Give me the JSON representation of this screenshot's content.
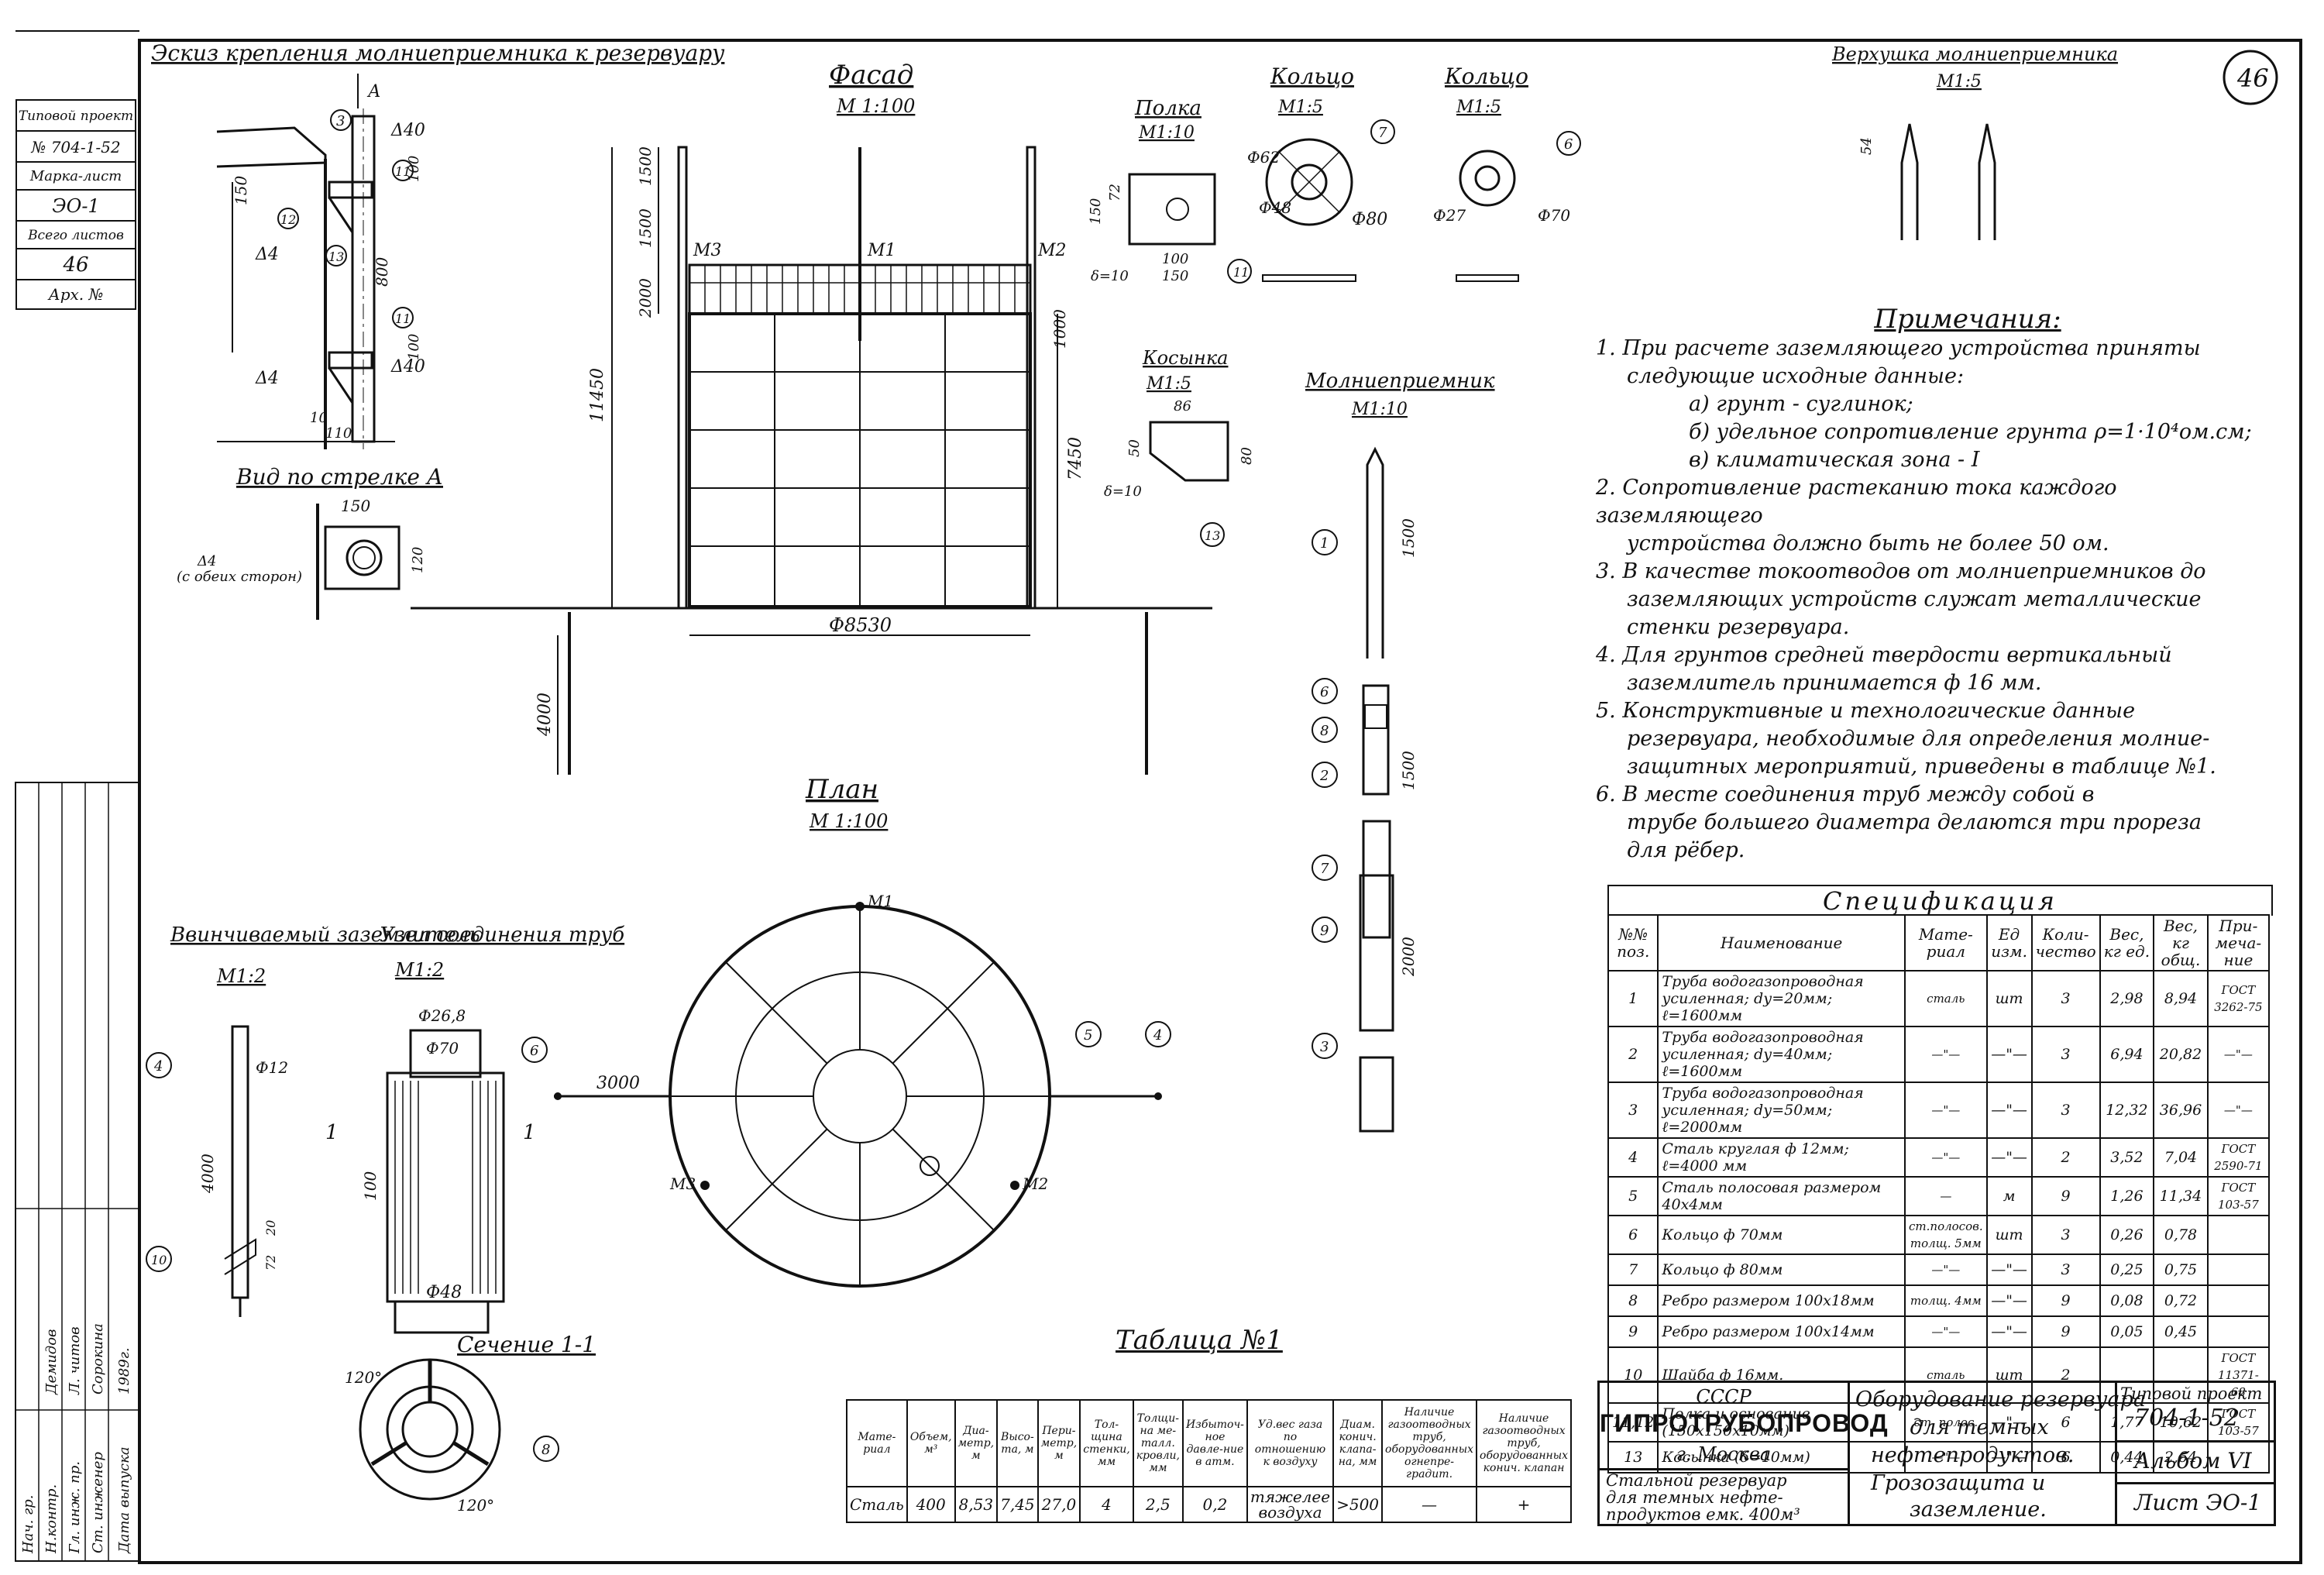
{
  "page_number": "46",
  "left_strip": {
    "type_project_label": "Типовой проект",
    "type_project_no": "№ 704-1-52",
    "mark_label": "Марка-лист",
    "mark_value": "ЭО-1",
    "total_label": "Всего листов",
    "total_value": "46",
    "arch_label": "Арх. №",
    "bottom_labels": [
      "Нач. гр.",
      "Н.контр.",
      "Гл. инж. пр.",
      "Ст. инженер",
      "Дата выпуска"
    ],
    "bottom_names": [
      "Демидов",
      "Л. читов",
      "Сорокина",
      "1989г."
    ]
  },
  "views": {
    "sketch_title": "Эскиз крепления молниеприемника к резервуару",
    "arrow_view": "Вид по стрелке А",
    "arrow_view_note": "(с обеих сторон)",
    "facade_title": "Фасад",
    "facade_scale": "М 1:100",
    "shelf_title": "Полка",
    "shelf_scale": "М1:10",
    "ring1_title": "Кольцо",
    "ring1_scale": "М1:5",
    "ring2_title": "Кольцо",
    "ring2_scale": "М1:5",
    "tip_title": "Верхушка молниеприемника",
    "tip_scale": "М1:5",
    "gusset_title": "Косынка",
    "gusset_scale": "М1:5",
    "rod_title": "Молниеприемник",
    "rod_scale": "М1:10",
    "plan_title": "План",
    "plan_scale": "М 1:100",
    "screw_title": "Ввинчиваемый заземлитель",
    "screw_scale": "М1:2",
    "joint_title": "Узел соединения труб",
    "joint_scale": "М1:2",
    "section_title": "Сечение 1-1"
  },
  "dims": {
    "d8530": "Ф8530",
    "h11450": "11450",
    "h7450": "7450",
    "h4000": "4000",
    "h1500a": "1500",
    "h1500b": "1500",
    "h2000": "2000",
    "h1000": "1000",
    "m1": "М1",
    "m2": "М2",
    "m3": "М3",
    "plan_3000": "3000",
    "d62": "Ф62",
    "d48": "Ф48",
    "d80": "Ф80",
    "d27": "Ф27",
    "d70": "Ф70",
    "shelf_150": "150",
    "shelf_72": "72",
    "shelf_100": "100",
    "shelf_150b": "150",
    "shelf_delta": "δ=10",
    "gusset_86": "86",
    "gusset_50": "50",
    "gusset_80": "80",
    "gusset_delta": "δ=10",
    "tip_54": "54",
    "rod_1500a": "1500",
    "rod_1500b": "1500",
    "rod_2000": "2000",
    "screw_d12": "Ф12",
    "screw_4000": "4000",
    "screw_72": "72",
    "screw_20": "20",
    "joint_d268": "Ф26,8",
    "joint_d70": "Ф70",
    "joint_100": "100",
    "joint_d48": "Ф48",
    "sec_120a": "120°",
    "sec_120b": "120°",
    "sketch_d40a": "Δ40",
    "sketch_d40b": "Δ40",
    "sketch_d4a": "Δ4",
    "sketch_d4b": "Δ4",
    "sketch_150": "150",
    "sketch_800": "800",
    "sketch_100": "100",
    "sketch_110": "110",
    "sketch_100b": "100",
    "sketch_10": "10",
    "sketch_A": "А",
    "view_150": "150",
    "view_120": "120",
    "view_d4": "Δ4"
  },
  "notes": {
    "title": "Примечания:",
    "lines": [
      "1. При расчете заземляющего устройства приняты",
      "следующие исходные данные:",
      "а) грунт - суглинок;",
      "б) удельное сопротивление грунта ρ=1·10⁴ом.см;",
      "в) климатическая зона - I",
      "2. Сопротивление растеканию тока каждого заземляющего",
      "устройства должно быть не более 50 ом.",
      "3. В качестве токоотводов от молниеприемников до",
      "заземляющих устройств служат металлические",
      "стенки резервуара.",
      "4. Для грунтов средней твердости вертикальный",
      "заземлитель принимается ф 16 мм.",
      "5. Конструктивные и технологические данные",
      "резервуара, необходимые для определения молние-",
      "защитных мероприятий, приведены в таблице №1.",
      "6. В месте соединения труб между собой в",
      "трубе большего диаметра делаются три прореза",
      "для рёбер."
    ]
  },
  "spec": {
    "title": "Спецификация",
    "headers": [
      "№№ поз.",
      "Наименование",
      "Мате-риал",
      "Ед изм.",
      "Коли-чество",
      "Вес, кг ед.",
      "Вес, кг общ.",
      "При-меча-ние"
    ],
    "rows": [
      {
        "no": "1",
        "name": "Труба водогазопроводная усиленная; dу=20мм; ℓ=1600мм",
        "mat": "сталь",
        "unit": "шт",
        "qty": "3",
        "w1": "2,98",
        "w2": "8,94",
        "note": "ГОСТ 3262-75"
      },
      {
        "no": "2",
        "name": "Труба водогазопроводная усиленная; dу=40мм; ℓ=1600мм",
        "mat": "—\"—",
        "unit": "—\"—",
        "qty": "3",
        "w1": "6,94",
        "w2": "20,82",
        "note": "—\"—"
      },
      {
        "no": "3",
        "name": "Труба водогазопроводная усиленная; dу=50мм; ℓ=2000мм",
        "mat": "—\"—",
        "unit": "—\"—",
        "qty": "3",
        "w1": "12,32",
        "w2": "36,96",
        "note": "—\"—"
      },
      {
        "no": "4",
        "name": "Сталь круглая ф 12мм; ℓ=4000 мм",
        "mat": "—\"—",
        "unit": "—\"—",
        "qty": "2",
        "w1": "3,52",
        "w2": "7,04",
        "note": "ГОСТ 2590-71"
      },
      {
        "no": "5",
        "name": "Сталь полосовая размером 40х4мм",
        "mat": "—",
        "unit": "м",
        "qty": "9",
        "w1": "1,26",
        "w2": "11,34",
        "note": "ГОСТ 103-57"
      },
      {
        "no": "6",
        "name": "Кольцо ф 70мм",
        "mat": "ст.полосов. толщ. 5мм",
        "unit": "шт",
        "qty": "3",
        "w1": "0,26",
        "w2": "0,78",
        "note": ""
      },
      {
        "no": "7",
        "name": "Кольцо ф 80мм",
        "mat": "—\"—",
        "unit": "—\"—",
        "qty": "3",
        "w1": "0,25",
        "w2": "0,75",
        "note": ""
      },
      {
        "no": "8",
        "name": "Ребро размером 100х18мм",
        "mat": "толщ. 4мм",
        "unit": "—\"—",
        "qty": "9",
        "w1": "0,08",
        "w2": "0,72",
        "note": ""
      },
      {
        "no": "9",
        "name": "Ребро размером 100х14мм",
        "mat": "—\"—",
        "unit": "—\"—",
        "qty": "9",
        "w1": "0,05",
        "w2": "0,45",
        "note": ""
      },
      {
        "no": "10",
        "name": "Шайба ф 16мм.",
        "mat": "сталь",
        "unit": "шт",
        "qty": "2",
        "w1": "",
        "w2": "",
        "note": "ГОСТ 11371-68"
      },
      {
        "no": "11,12",
        "name": "Полка и основание (150х150х10мм)",
        "mat": "ст. полос.",
        "unit": "—\"—",
        "qty": "6",
        "w1": "1,77",
        "w2": "10,62",
        "note": "ГОСТ 103-57"
      },
      {
        "no": "13",
        "name": "Косынка (δ=10мм)",
        "mat": "—\"—",
        "unit": "—\"—",
        "qty": "6",
        "w1": "0,44",
        "w2": "2,64",
        "note": ""
      }
    ]
  },
  "table1": {
    "title": "Таблица №1",
    "headers": [
      "Мате-риал",
      "Объем, м³",
      "Диа-метр, м",
      "Высо-та, м",
      "Пери-метр, м",
      "Тол-щина стенки, мм",
      "Толщи-на ме-талл. кровли, мм",
      "Избыточ-ное давле-ние в атм.",
      "Уд.вес газа по отношению к воздуху",
      "Диам. конич. клапа-на, мм",
      "Наличие газоотводных труб, оборудованных огнепре-градит.",
      "Наличие газоотводных труб, оборудованных конич. клапан"
    ],
    "values": [
      "Сталь",
      "400",
      "8,53",
      "7,45",
      "27,0",
      "4",
      "2,5",
      "0,2",
      "тяжелее воздуха",
      ">500",
      "—",
      "+"
    ]
  },
  "stamp": {
    "country": "СССР",
    "org": "ГИПРОТРУБОПРОВОД",
    "city": "г. Москва",
    "subject1": "Стальной резервуар",
    "subject2": "для темных нефте-",
    "subject3": "продуктов емк. 400м³",
    "desc1": "Оборудование резервуара",
    "desc2": "для темных",
    "desc3": "нефтепродуктов.",
    "desc4": "Грозозащита и",
    "desc5": "заземление.",
    "tp_label": "Типовой проект",
    "tp_value": "704-1-52",
    "album": "Альбом VI",
    "sheet": "Лист ЭО-1"
  }
}
